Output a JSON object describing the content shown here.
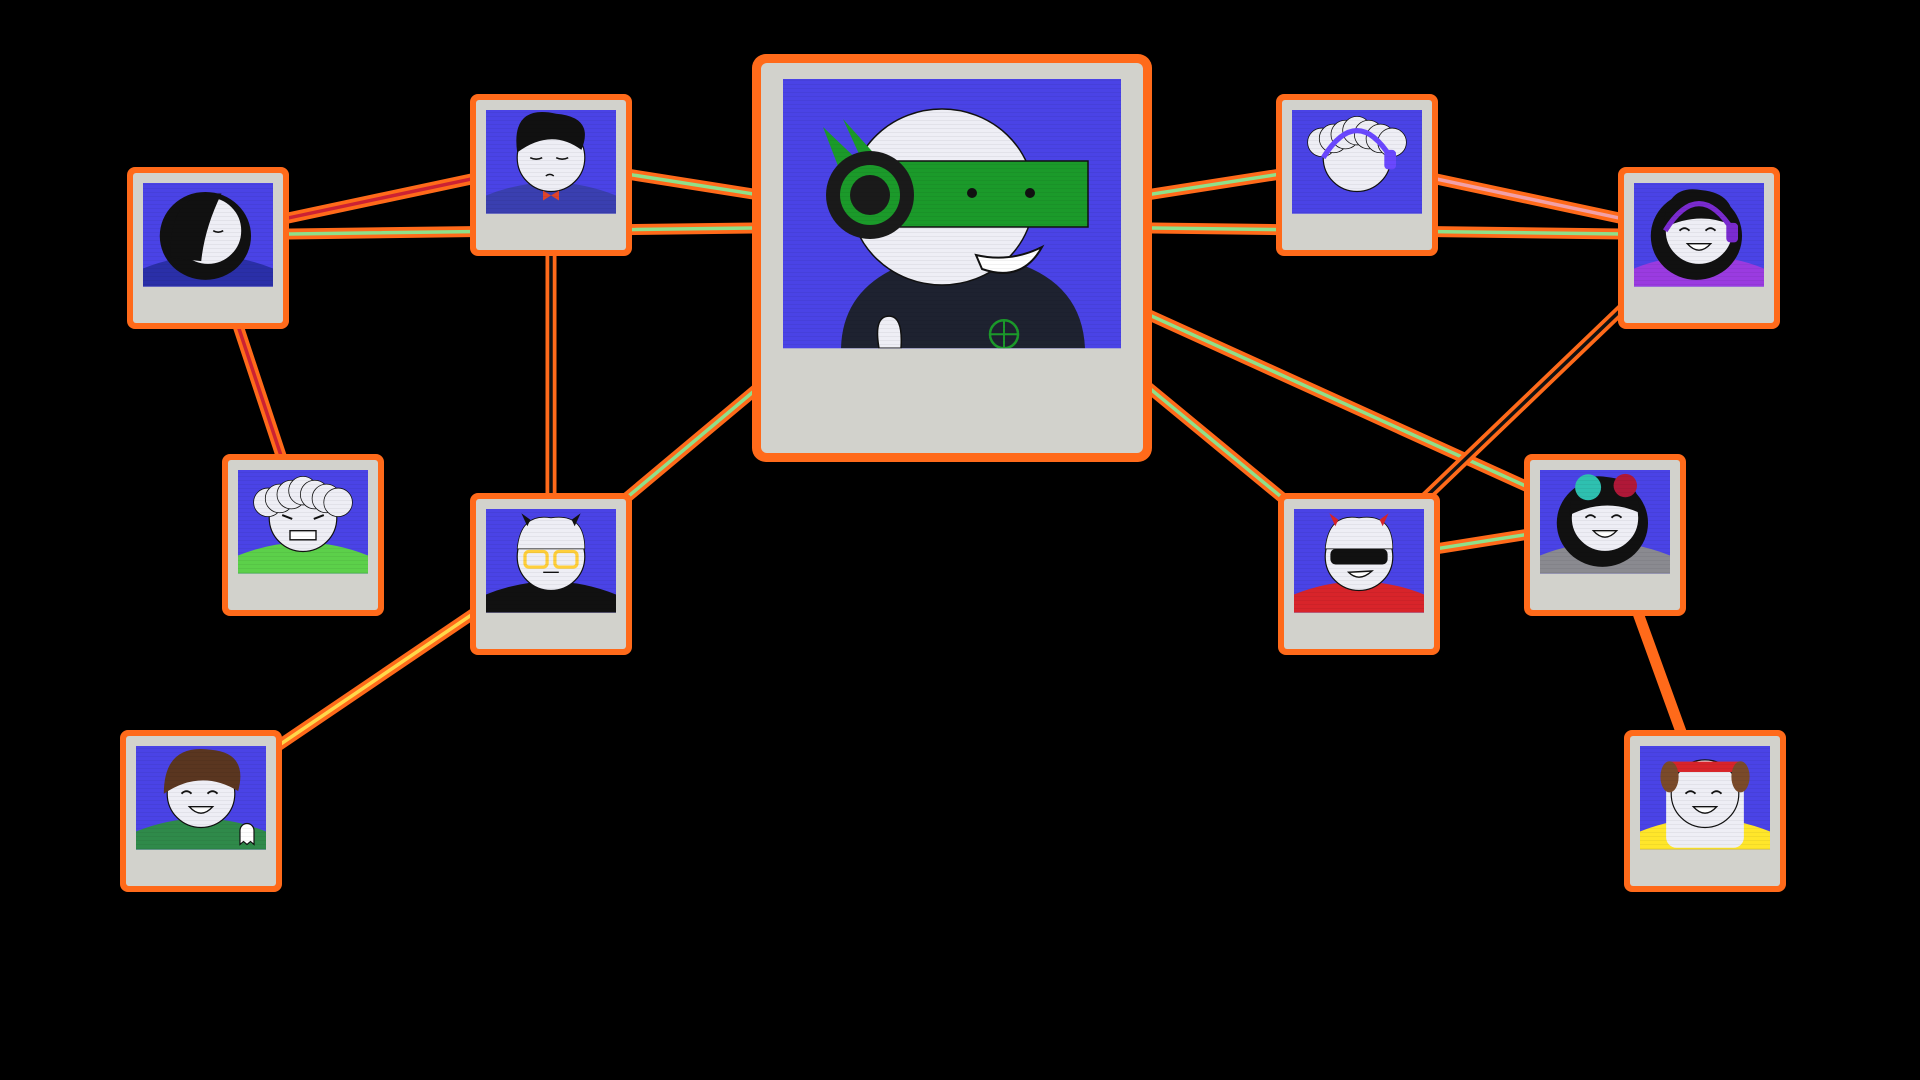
{
  "diagram": {
    "kind": "character relationship web",
    "colors": {
      "background": "#000000",
      "frame_border": "#ff6a1a",
      "frame_fill": "#d2d2cc",
      "photo_bg": "#4a43e6",
      "skin": "#eeeef5",
      "ink": "#111111",
      "link_main": "#ff6a1a",
      "link_green": "#8fe08a",
      "link_dark": "#111111",
      "link_red": "#cc2233",
      "link_yellow": "#ffd84a",
      "link_pink": "#f2a0a8"
    },
    "nodes": [
      {
        "id": "center",
        "name": "green-visor-headphones-character",
        "hair": "#eeeef5",
        "shirt": "#1e2230",
        "accent": "#1b9a2a",
        "feature": "visor-headphones"
      },
      {
        "id": "top-left",
        "name": "pompadour-bowtie-character",
        "hair": "#111111",
        "shirt": "#3a3fb0",
        "accent": "#e0442a",
        "feature": "bowtie"
      },
      {
        "id": "far-left",
        "name": "long-black-hair-character",
        "hair": "#111111",
        "shirt": "#2a2fa8",
        "accent": "#2a2fa8",
        "feature": "hair-covering-eye"
      },
      {
        "id": "mid-left",
        "name": "white-haired-grimacing-character",
        "hair": "#eeeef5",
        "shirt": "#5cd04a",
        "accent": "#5cd04a",
        "feature": "grimace"
      },
      {
        "id": "center-left",
        "name": "horned-glasses-character",
        "hair": "#eeeef5",
        "shirt": "#111111",
        "accent": "#ffcf3a",
        "feature": "glasses"
      },
      {
        "id": "bottom-left",
        "name": "brown-haired-smiling-character",
        "hair": "#5a3620",
        "shirt": "#2f8a4a",
        "accent": "#ffffff",
        "feature": "ghost-companion"
      },
      {
        "id": "top-right",
        "name": "white-fluffy-headset-character",
        "hair": "#eeeef5",
        "shirt": "#4a43e6",
        "accent": "#6a48ff",
        "feature": "headset"
      },
      {
        "id": "far-right",
        "name": "purple-headphones-character",
        "hair": "#111111",
        "shirt": "#9a3be0",
        "accent": "#7a2bd0",
        "feature": "headphones"
      },
      {
        "id": "center-right",
        "name": "sunglasses-red-horns-character",
        "hair": "#eeeef5",
        "shirt": "#d8242a",
        "accent": "#d8242a",
        "feature": "sunglasses"
      },
      {
        "id": "mid-right",
        "name": "teal-red-haired-character",
        "hair": "#111111",
        "shirt": "#8a8a90",
        "accent": "#2ec0b0",
        "feature": "two-tone-hair"
      },
      {
        "id": "bottom-right",
        "name": "dog-ear-bandana-character",
        "hair": "#eeeef5",
        "shirt": "#ffe62a",
        "accent": "#d8242a",
        "feature": "bandana"
      }
    ],
    "links": [
      {
        "from": "center",
        "to": "top-left",
        "stripe": "green"
      },
      {
        "from": "center",
        "to": "far-left",
        "stripe": "green"
      },
      {
        "from": "center",
        "to": "center-left",
        "stripe": "green"
      },
      {
        "from": "center",
        "to": "top-right",
        "stripe": "green"
      },
      {
        "from": "center",
        "to": "far-right",
        "stripe": "green"
      },
      {
        "from": "center",
        "to": "center-right",
        "stripe": "green"
      },
      {
        "from": "center",
        "to": "mid-right",
        "stripe": "green"
      },
      {
        "from": "top-left",
        "to": "far-left",
        "stripe": "red"
      },
      {
        "from": "far-left",
        "to": "mid-left",
        "stripe": "red"
      },
      {
        "from": "top-left",
        "to": "center-left",
        "stripe": "dark"
      },
      {
        "from": "center-left",
        "to": "bottom-left",
        "stripe": "yellow"
      },
      {
        "from": "top-right",
        "to": "far-right",
        "stripe": "pink"
      },
      {
        "from": "far-right",
        "to": "center-right",
        "stripe": "dark"
      },
      {
        "from": "center-right",
        "to": "mid-right",
        "stripe": "green"
      },
      {
        "from": "mid-right",
        "to": "bottom-right",
        "stripe": "orange"
      }
    ]
  }
}
